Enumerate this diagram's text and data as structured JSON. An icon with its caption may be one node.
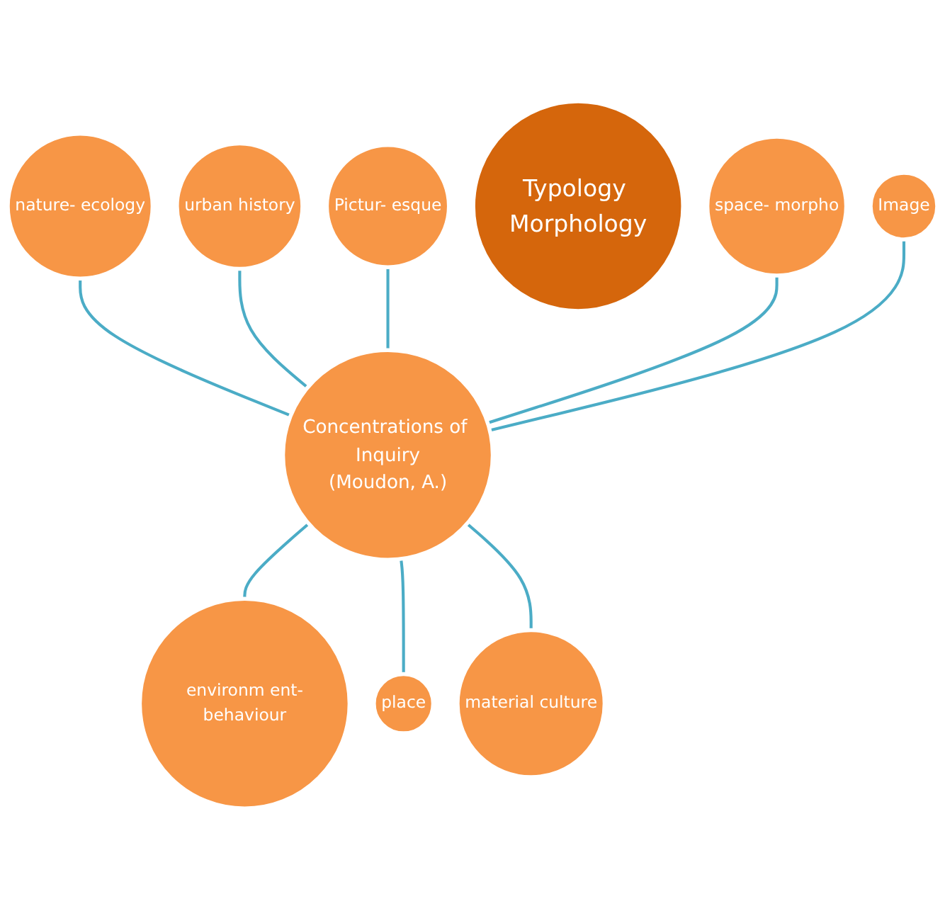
{
  "diagram": {
    "nodes": [
      {
        "text": [
          "Concentrations of Inquiry",
          "(Moudon, A.)"
        ]
      },
      {
        "text": [
          "urban history"
        ]
      },
      {
        "text": [
          "Pictur- esque"
        ]
      },
      {
        "text": [
          "Image"
        ]
      },
      {
        "text": [
          "environm ent-behaviour"
        ]
      },
      {
        "text": [
          "place"
        ]
      },
      {
        "text": [
          "material culture"
        ]
      },
      {
        "text": [
          "Typology Morphology"
        ]
      },
      {
        "text": [
          "space- morpho"
        ]
      },
      {
        "text": [
          "nature- ecology"
        ]
      }
    ],
    "edges": [
      {
        "from": 9,
        "to": 0,
        "arrow": "none"
      },
      {
        "from": 1,
        "to": 0,
        "arrow": "none"
      },
      {
        "from": 2,
        "to": 0,
        "arrow": "none"
      },
      {
        "from": 8,
        "to": 0,
        "arrow": "none"
      },
      {
        "from": 3,
        "to": 0,
        "arrow": "none"
      },
      {
        "from": 0,
        "to": 4,
        "arrow": "none"
      },
      {
        "from": 0,
        "to": 5,
        "arrow": "none"
      },
      {
        "from": 0,
        "to": 6,
        "arrow": "none"
      }
    ]
  }
}
